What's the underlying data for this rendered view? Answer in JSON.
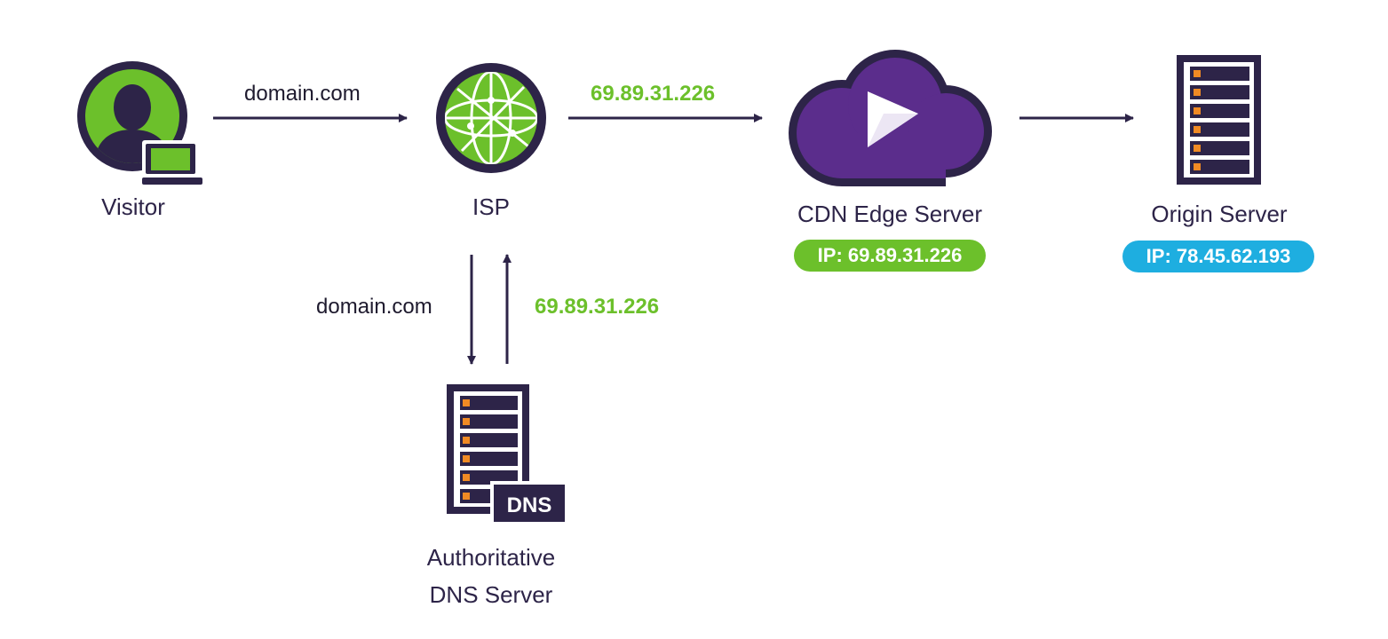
{
  "colors": {
    "dark": "#2d2448",
    "green": "#6cc02b",
    "purple": "#5b2d8c",
    "blue": "#1eaee0",
    "orange": "#f08a24"
  },
  "nodes": {
    "visitor": {
      "label": "Visitor",
      "icon": "visitor-laptop-icon"
    },
    "isp": {
      "label": "ISP",
      "icon": "globe-icon"
    },
    "cdn": {
      "label": "CDN Edge Server",
      "ip": "IP: 69.89.31.226",
      "icon": "cdn-cloud-icon"
    },
    "origin": {
      "label": "Origin Server",
      "ip": "IP: 78.45.62.193",
      "icon": "server-rack-icon"
    },
    "dns": {
      "label_line1": "Authoritative",
      "label_line2": "DNS Server",
      "badge": "DNS",
      "icon": "dns-server-icon"
    }
  },
  "flows": {
    "visitor_to_isp": "domain.com",
    "isp_to_cdn": "69.89.31.226",
    "isp_to_dns": "domain.com",
    "dns_to_isp": "69.89.31.226"
  }
}
